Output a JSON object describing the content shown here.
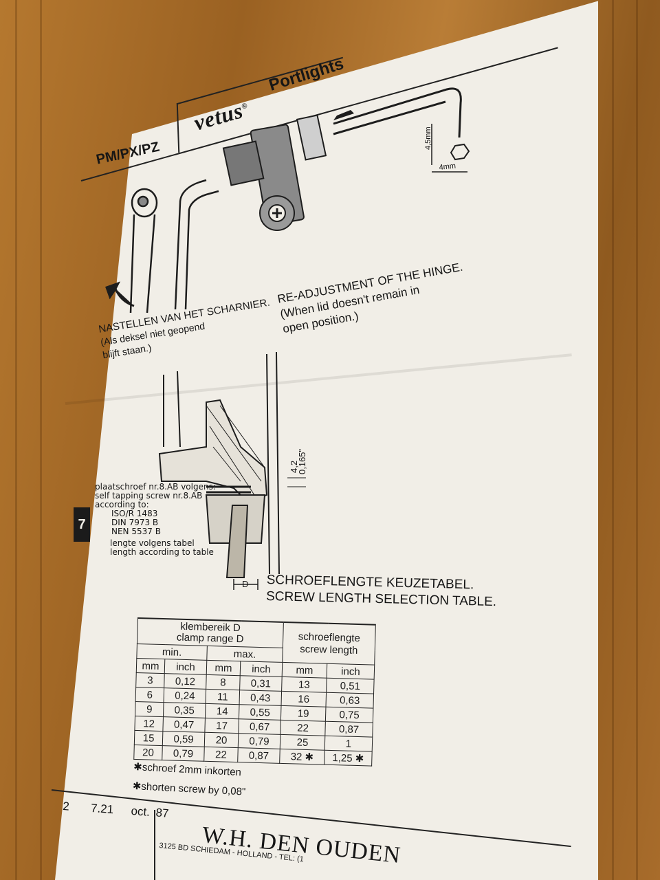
{
  "header": {
    "model": "PM/PX/PZ",
    "brand": "vetus",
    "registered": "®",
    "product": "Portlights"
  },
  "dimensions": {
    "key_height": "4,5mm",
    "key_width": "4mm",
    "depth_mm": "4,2",
    "depth_inch": "0,165\"",
    "clamp_label": "D"
  },
  "instructions": {
    "nl_title": "NASTELLEN VAN HET SCHARNIER.",
    "nl_line1": "(Als deksel niet geopend",
    "nl_line2": "blijft staan.)",
    "en_title": "RE-ADJUSTMENT OF THE HINGE.",
    "en_line1": "(When lid doesn't remain in",
    "en_line2": "open position.)"
  },
  "screw_notes": {
    "line1": "plaatschroef nr.8.AB volgens:",
    "line2": "self tapping screw nr.8.AB",
    "line3": "according to:",
    "std1": "ISO/R 1483",
    "std2": "DIN 7973 B",
    "std3": "NEN 5537 B",
    "len_nl": "lengte volgens tabel",
    "len_en": "length according to table"
  },
  "page_tab": "7",
  "table": {
    "title_nl": "SCHROEFLENGTE KEUZETABEL.",
    "title_en": "SCREW LENGTH SELECTION TABLE.",
    "clamp_header_nl": "klembereik D",
    "clamp_header_en": "clamp range D",
    "screw_header_nl": "schroeflengte",
    "screw_header_en": "screw length",
    "min_label": "min.",
    "max_label": "max.",
    "unit_mm": "mm",
    "unit_inch": "inch",
    "rows": [
      {
        "min_mm": "3",
        "min_inch": "0,12",
        "max_mm": "8",
        "max_inch": "0,31",
        "screw_mm": "13",
        "screw_inch": "0,51"
      },
      {
        "min_mm": "6",
        "min_inch": "0,24",
        "max_mm": "11",
        "max_inch": "0,43",
        "screw_mm": "16",
        "screw_inch": "0,63"
      },
      {
        "min_mm": "9",
        "min_inch": "0,35",
        "max_mm": "14",
        "max_inch": "0,55",
        "screw_mm": "19",
        "screw_inch": "0,75"
      },
      {
        "min_mm": "12",
        "min_inch": "0,47",
        "max_mm": "17",
        "max_inch": "0,67",
        "screw_mm": "22",
        "screw_inch": "0,87"
      },
      {
        "min_mm": "15",
        "min_inch": "0,59",
        "max_mm": "20",
        "max_inch": "0,79",
        "screw_mm": "25",
        "screw_inch": "1"
      },
      {
        "min_mm": "20",
        "min_inch": "0,79",
        "max_mm": "22",
        "max_inch": "0,87",
        "screw_mm": "32 ✱",
        "screw_inch": "1,25 ✱"
      }
    ],
    "note_nl": "✱schroef 2mm inkorten",
    "note_en": "✱shorten screw by 0,08\""
  },
  "footer": {
    "page": "2",
    "code": "7.21",
    "date": "oct. 87",
    "company": "W.H. DEN OUDEN",
    "address": "3125 BD SCHIEDAM - HOLLAND - TEL: (1"
  }
}
